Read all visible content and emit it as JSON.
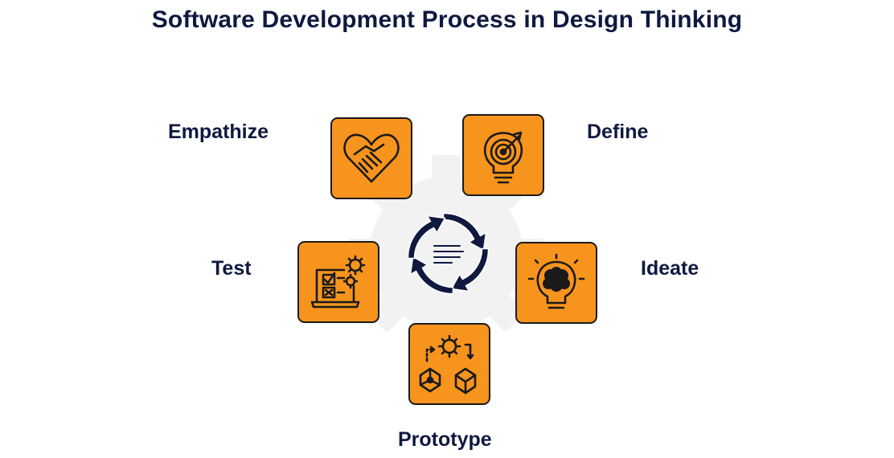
{
  "title": "Software Development Process in Design Thinking",
  "colors": {
    "tile": "#f7941d",
    "text": "#0f1940",
    "outline": "#1a1a1a",
    "gear": "#f2f2f2"
  },
  "stages": {
    "empathize": {
      "label": "Empathize",
      "icon": "handshake-heart-icon"
    },
    "define": {
      "label": "Define",
      "icon": "target-lightbulb-icon"
    },
    "ideate": {
      "label": "Ideate",
      "icon": "brain-lightbulb-icon"
    },
    "prototype": {
      "label": "Prototype",
      "icon": "gear-cubes-icon"
    },
    "test": {
      "label": "Test",
      "icon": "checklist-laptop-icon"
    }
  },
  "center": {
    "icon": "cycle-arrows-icon"
  }
}
